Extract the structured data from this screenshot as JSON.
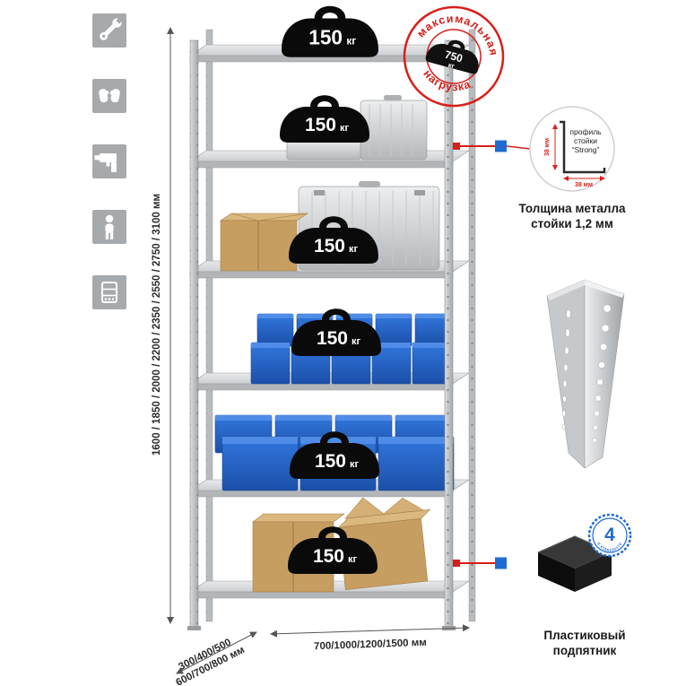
{
  "colors": {
    "accent_red": "#d71f1a",
    "callout_blue": "#1f6bd0",
    "bin_blue": "#2063c9",
    "metal_gray": "#c7c9cb",
    "icon_bg_gray": "#a7aaad"
  },
  "left_icons": [
    {
      "icon": "wrench-icon"
    },
    {
      "icon": "gloves-icon"
    },
    {
      "icon": "drill-icon"
    },
    {
      "icon": "person-icon"
    },
    {
      "icon": "rack-icon"
    }
  ],
  "dimensions": {
    "height_label": "1600 / 1850 / 2000 / 2200 / 2350 / 2550 / 2750 / 3100 мм",
    "depth_line1": "300/400/500",
    "depth_line2": "600/700/800 мм",
    "width_label": "700/1000/1200/1500 мм"
  },
  "shelves": [
    {
      "load_value": "150",
      "load_unit": "кг"
    },
    {
      "load_value": "150",
      "load_unit": "кг"
    },
    {
      "load_value": "150",
      "load_unit": "кг"
    },
    {
      "load_value": "150",
      "load_unit": "кг"
    },
    {
      "load_value": "150",
      "load_unit": "кг"
    },
    {
      "load_value": "150",
      "load_unit": "кг"
    }
  ],
  "stamp": {
    "top_text": "максимальная",
    "bottom_text": "нагрузка",
    "value": "750",
    "unit": "кг"
  },
  "profile": {
    "line1": "профиль",
    "line2": "стойки",
    "line3": "“Strong”",
    "dim_left": "38 мм",
    "dim_bottom": "38 мм",
    "caption1": "Толщина металла",
    "caption2": "стойки 1,2 мм"
  },
  "foot": {
    "badge_value": "4",
    "badge_ring_text": "в комплекте",
    "caption1": "Пластиковый",
    "caption2": "подпятник"
  }
}
